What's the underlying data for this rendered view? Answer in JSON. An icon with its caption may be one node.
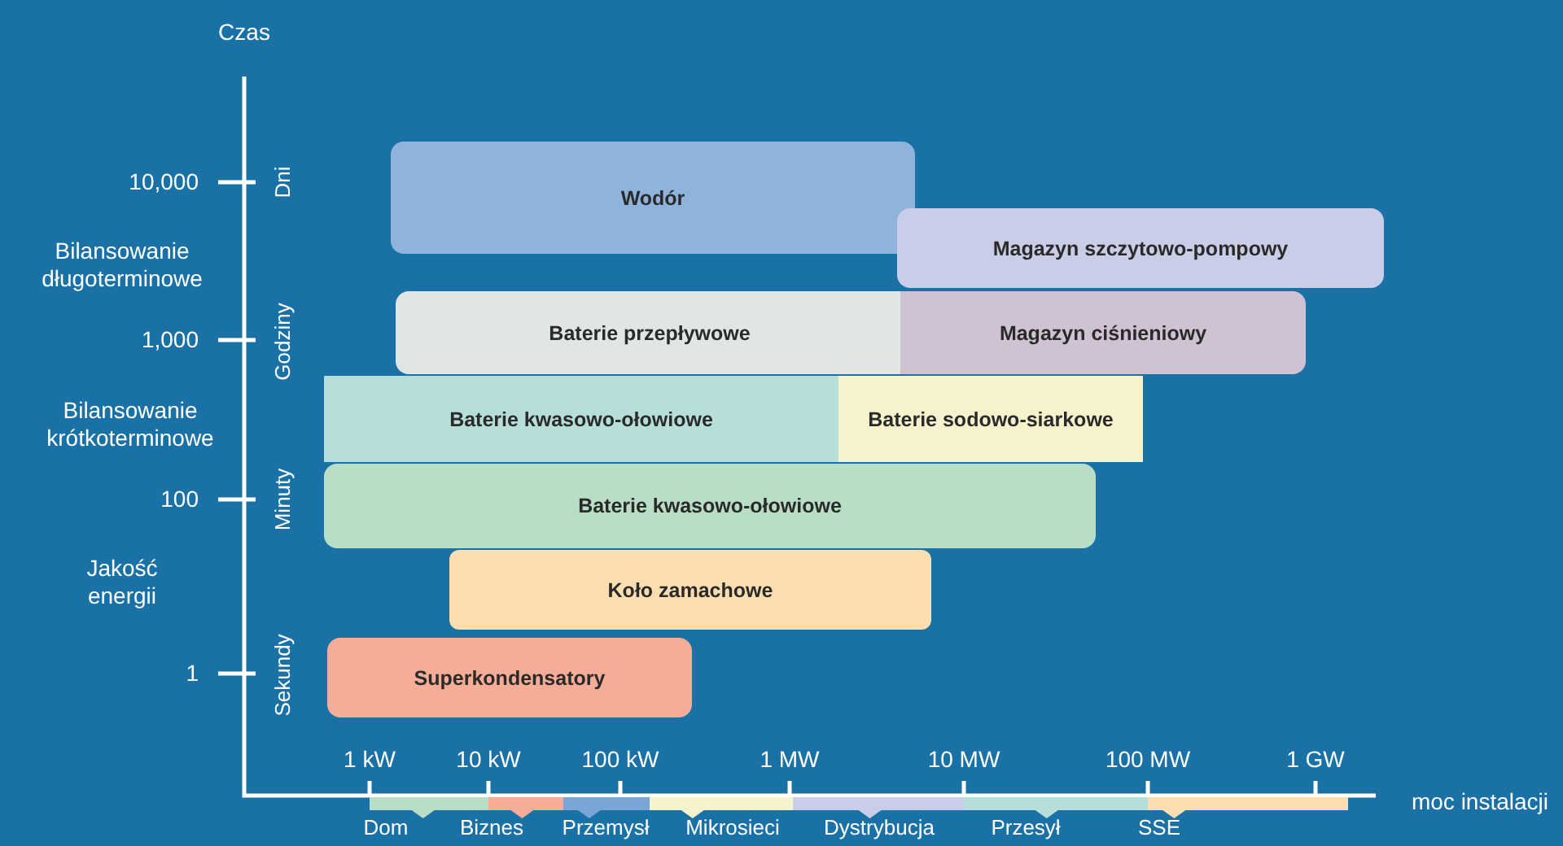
{
  "diagram": {
    "nodes": [
      {
        "text": [
          "Wodór"
        ]
      },
      {
        "text": [
          "Magazyn szczytowo-pompowy"
        ]
      },
      {
        "text": [
          "Baterie przepływowe"
        ]
      },
      {
        "text": [
          "Magazyn ciśnieniowy"
        ]
      },
      {
        "text": [
          "Baterie kwasowo-ołowiowe"
        ]
      },
      {
        "text": [
          "Baterie sodowo-siarkowe"
        ]
      },
      {
        "text": [
          "Baterie kwasowo-ołowiowe"
        ]
      },
      {
        "text": [
          "Koło zamachowe"
        ]
      },
      {
        "text": [
          "Superkondensatory"
        ]
      },
      {
        "text": [
          "Dom"
        ]
      },
      {
        "text": [
          "Biznes"
        ]
      },
      {
        "text": [
          "Przemysł"
        ]
      },
      {
        "text": [
          "Mikrosieci"
        ]
      },
      {
        "text": [
          "Dystrybucja"
        ]
      },
      {
        "text": [
          "Przesył"
        ]
      },
      {
        "text": [
          "SSE"
        ]
      }
    ],
    "labels": [
      "Czas",
      "10,000",
      "Dni",
      "Bilansowanie długoterminowe",
      "1,000",
      "Godziny",
      "Bilansowanie krótkoterminowe",
      "100",
      "Minuty",
      "Jakość energii",
      "1",
      "Sekundy",
      "1 kW",
      "10 kW",
      "100 kW",
      "1 MW",
      "10 MW",
      "100 MW",
      "1 GW",
      "moc instalacji"
    ]
  }
}
